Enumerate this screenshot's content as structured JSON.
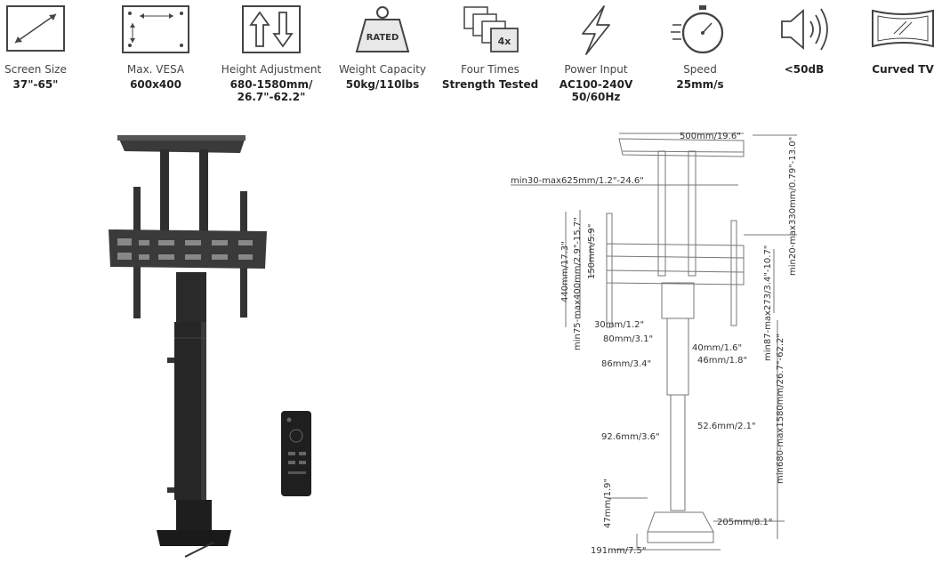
{
  "features": [
    {
      "label": "Screen Size",
      "value": "37\"-65\"",
      "icon": "screen-size-icon"
    },
    {
      "label": "Max. VESA",
      "value": "600x400",
      "icon": "vesa-icon"
    },
    {
      "label": "Height Adjustment",
      "value": "680-1580mm/",
      "value2": "26.7\"-62.2\"",
      "icon": "height-adjust-icon"
    },
    {
      "label": "Weight Capacity",
      "value": "50kg/110lbs",
      "icon": "weight-icon",
      "icon_text": "RATED"
    },
    {
      "label": "Four Times",
      "value": "Strength Tested",
      "icon": "strength-tested-icon",
      "icon_text": "4x"
    },
    {
      "label": "Power Input",
      "value": "AC100-240V",
      "value2": "50/60Hz",
      "icon": "lightning-icon"
    },
    {
      "label": "Speed",
      "value": "25mm/s",
      "icon": "stopwatch-icon"
    },
    {
      "label": "<50dB",
      "value": "",
      "icon": "speaker-icon"
    },
    {
      "label": "Curved TV",
      "value": "",
      "icon": "curved-tv-icon"
    }
  ],
  "dimensions": {
    "top_width": "500mm/19.6\"",
    "top_height": "min20-max330mm/0.79\"-13.0\"",
    "arm_span": "min30-max625mm/1.2\"-24.6\"",
    "bracket_height": "440mm/17.3\"",
    "vesa_vertical": "min75-max400mm/2.9\"-15.7\"",
    "bracket_inner": "150mm/5.9\"",
    "bracket_offset": "30mm/1.2\"",
    "plate_width": "80mm/3.1\"",
    "post_upper": "40mm/1.6\"",
    "post_outer": "86mm/3.4\"",
    "post_mid": "46mm/1.8\"",
    "vesa_right": "min87-max273/3.4\"-10.7\"",
    "total_height": "min680-max1580mm/26.7\"-62.2\"",
    "column_width": "52.6mm/2.1\"",
    "column_depth": "92.6mm/3.6\"",
    "base_top": "47mm/1.9\"",
    "base_depth": "205mm/8.1\"",
    "base_width": "191mm/7.5\""
  }
}
